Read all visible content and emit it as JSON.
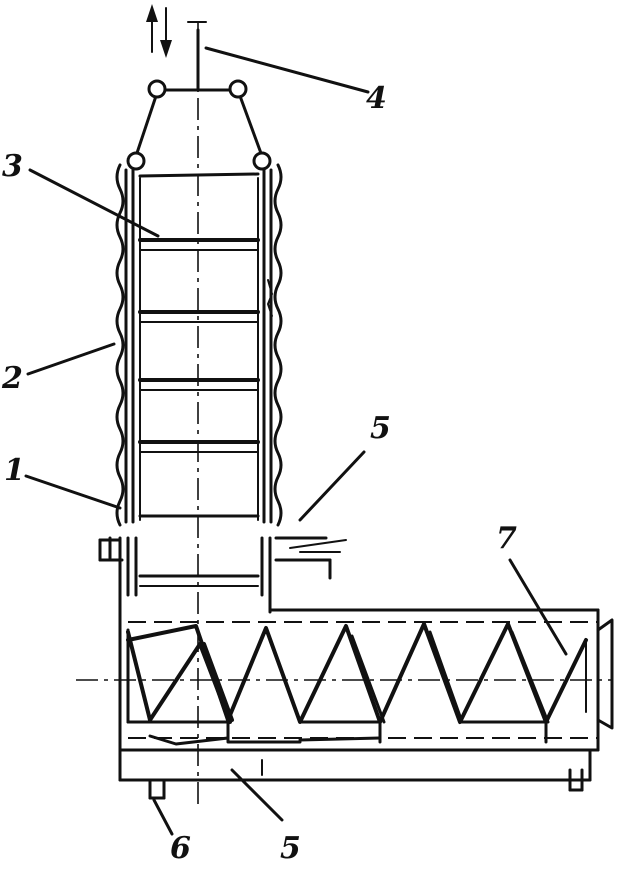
{
  "labels": {
    "l1": "1",
    "l2": "2",
    "l3": "3",
    "l4": "4",
    "l5a": "5",
    "l5b": "5",
    "l6": "6",
    "l7": "7"
  },
  "colors": {
    "ink": "#111111",
    "paper": "#ffffff"
  },
  "icons": {
    "motion": "up-down-arrows-icon"
  }
}
